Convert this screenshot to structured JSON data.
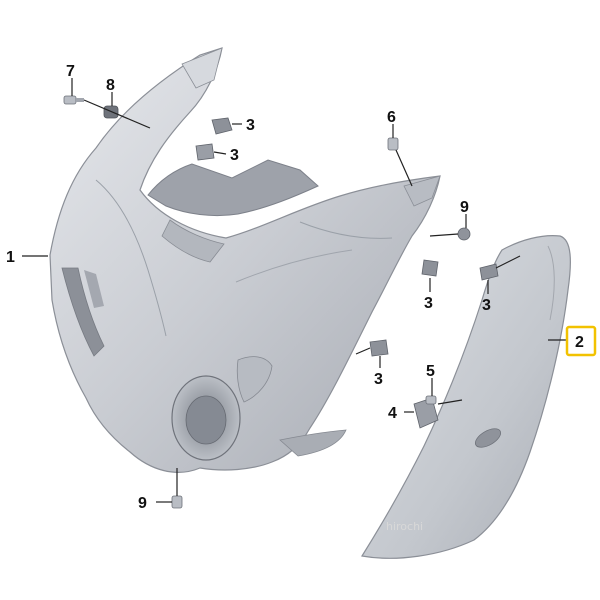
{
  "diagram": {
    "callouts": {
      "p1": "1",
      "p2": "2",
      "p3a": "3",
      "p3b": "3",
      "p3c": "3",
      "p3d": "3",
      "p3e": "3",
      "p4": "4",
      "p5": "5",
      "p6": "6",
      "p7": "7",
      "p8": "8",
      "p9a": "9",
      "p9b": "9"
    },
    "highlight_color": "#f2c200",
    "watermark": "hirochi"
  }
}
